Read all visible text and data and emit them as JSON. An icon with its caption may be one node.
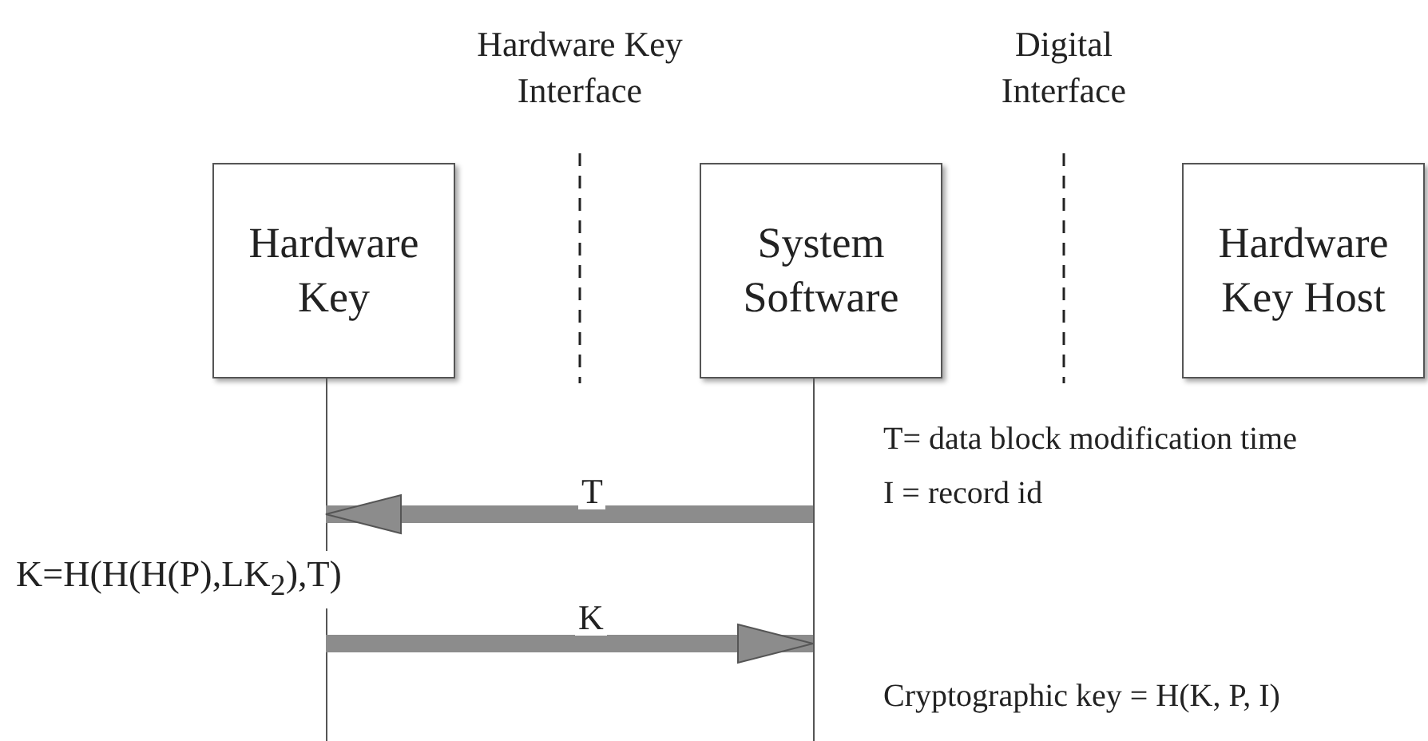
{
  "diagram": {
    "nodes": [
      {
        "text": [
          "Hardware Key"
        ]
      },
      {
        "text": [
          "System Software"
        ]
      },
      {
        "text": [
          "Hardware Key Host"
        ]
      }
    ],
    "edges": [
      {
        "from": 1,
        "to": 0,
        "arrow": "to",
        "label": "T"
      },
      {
        "from": 0,
        "to": 1,
        "arrow": "to",
        "label": "K"
      }
    ],
    "labels": [
      "Hardware Key Interface",
      "Digital Interface",
      "T= data block modification time",
      "I = record id",
      "K=H(H(H(P),LK$_{2}$),T)",
      "Cryptographic key = H(K, P, I)"
    ]
  }
}
